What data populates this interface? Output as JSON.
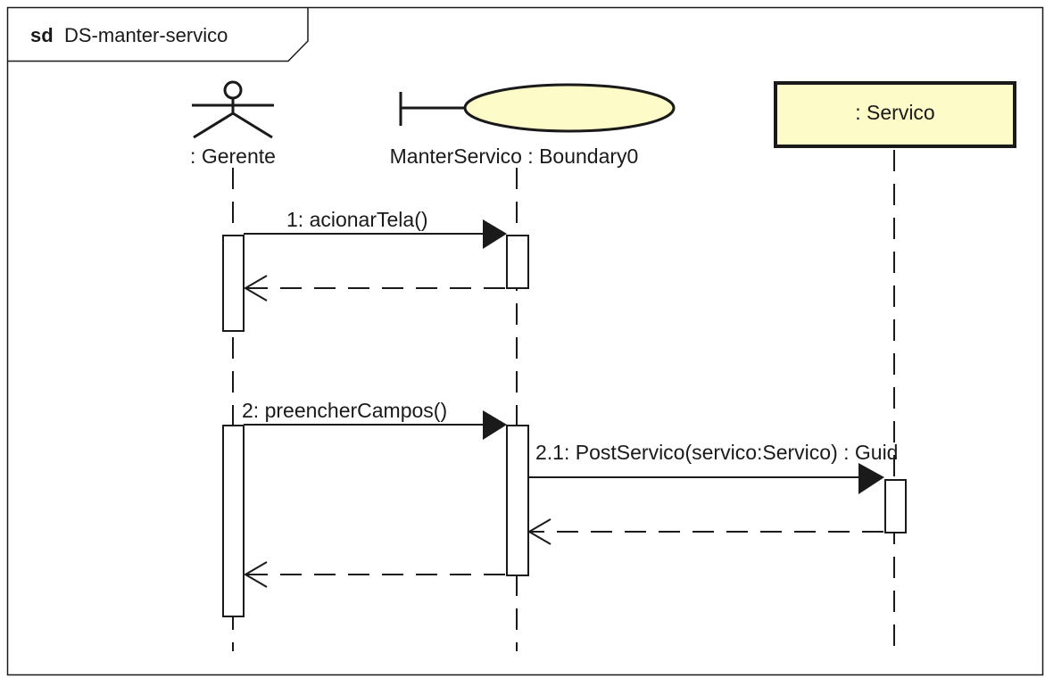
{
  "frame": {
    "keyword": "sd",
    "name": "DS-manter-servico"
  },
  "lifelines": [
    {
      "id": "gerente",
      "kind": "actor",
      "label": ": Gerente"
    },
    {
      "id": "manter",
      "kind": "boundary",
      "label": "ManterServico : Boundary0"
    },
    {
      "id": "servico",
      "kind": "class",
      "label": ": Servico"
    }
  ],
  "messages": [
    {
      "id": "m1",
      "label": "1: acionarTela()",
      "from": "gerente",
      "to": "manter",
      "type": "sync"
    },
    {
      "id": "r1",
      "label": "",
      "from": "manter",
      "to": "gerente",
      "type": "return"
    },
    {
      "id": "m2",
      "label": "2: preencherCampos()",
      "from": "gerente",
      "to": "manter",
      "type": "sync"
    },
    {
      "id": "m21",
      "label": "2.1: PostServico(servico:Servico) : Guid",
      "from": "manter",
      "to": "servico",
      "type": "sync"
    },
    {
      "id": "r21",
      "label": "",
      "from": "servico",
      "to": "manter",
      "type": "return"
    },
    {
      "id": "r2",
      "label": "",
      "from": "manter",
      "to": "gerente",
      "type": "return"
    }
  ],
  "colors": {
    "line": "#1a1a1a",
    "fill_yellow": "#fdfbc8",
    "background": "#ffffff"
  }
}
